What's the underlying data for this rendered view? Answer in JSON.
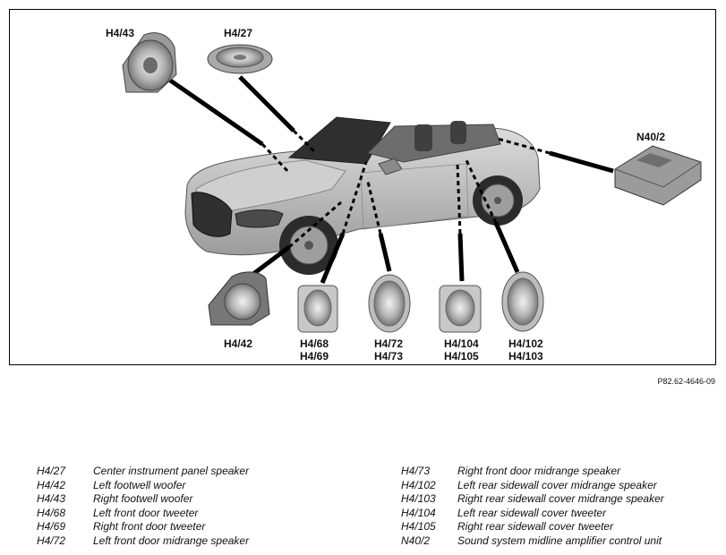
{
  "callouts": {
    "h4_43": "H4/43",
    "h4_27": "H4/27",
    "n40_2": "N40/2",
    "h4_42": "H4/42",
    "h4_68": "H4/68",
    "h4_69": "H4/69",
    "h4_72": "H4/72",
    "h4_73": "H4/73",
    "h4_104": "H4/104",
    "h4_105": "H4/105",
    "h4_102": "H4/102",
    "h4_103": "H4/103"
  },
  "figure_ref": "P82.62-4646-09",
  "legend_left": [
    {
      "code": "H4/27",
      "desc": "Center instrument panel speaker"
    },
    {
      "code": "H4/42",
      "desc": "Left footwell woofer"
    },
    {
      "code": "H4/43",
      "desc": "Right footwell woofer"
    },
    {
      "code": "H4/68",
      "desc": "Left front door tweeter"
    },
    {
      "code": "H4/69",
      "desc": "Right front door tweeter"
    },
    {
      "code": "H4/72",
      "desc": "Left front door midrange speaker"
    }
  ],
  "legend_right": [
    {
      "code": "H4/73",
      "desc": "Right front door midrange speaker"
    },
    {
      "code": "H4/102",
      "desc": "Left rear sidewall cover midrange speaker"
    },
    {
      "code": "H4/103",
      "desc": "Right rear sidewall cover midrange speaker"
    },
    {
      "code": "H4/104",
      "desc": "Left rear sidewall cover tweeter"
    },
    {
      "code": "H4/105",
      "desc": "Right rear sidewall cover tweeter"
    },
    {
      "code": "N40/2",
      "desc": "Sound system midline amplifier control unit"
    }
  ]
}
